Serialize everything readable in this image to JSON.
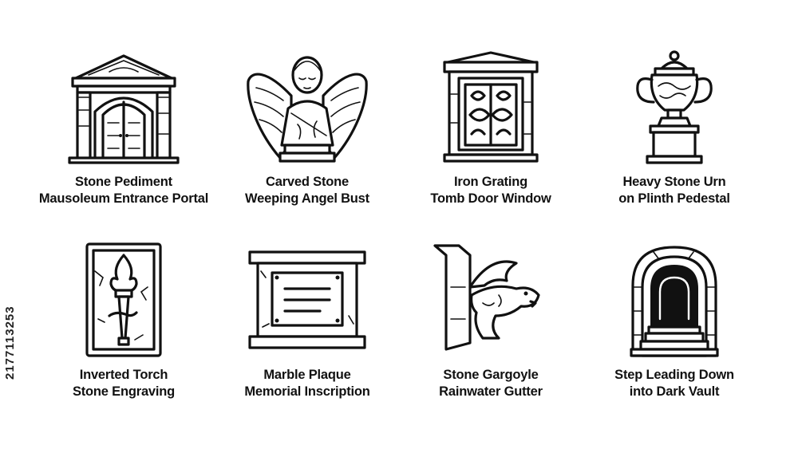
{
  "stock_id": "2177113253",
  "icons": [
    {
      "icon": "mausoleum-entrance-icon",
      "line1": "Stone Pediment",
      "line2": "Mausoleum Entrance Portal"
    },
    {
      "icon": "weeping-angel-bust-icon",
      "line1": "Carved Stone",
      "line2": "Weeping Angel Bust"
    },
    {
      "icon": "iron-grating-door-icon",
      "line1": "Iron Grating",
      "line2": "Tomb Door Window"
    },
    {
      "icon": "stone-urn-icon",
      "line1": "Heavy Stone Urn",
      "line2": "on Plinth Pedestal"
    },
    {
      "icon": "inverted-torch-icon",
      "line1": "Inverted Torch",
      "line2": "Stone Engraving"
    },
    {
      "icon": "marble-plaque-icon",
      "line1": "Marble Plaque",
      "line2": "Memorial Inscription"
    },
    {
      "icon": "gargoyle-gutter-icon",
      "line1": "Stone Gargoyle",
      "line2": "Rainwater Gutter"
    },
    {
      "icon": "vault-steps-icon",
      "line1": "Step Leading Down",
      "line2": "into Dark Vault"
    }
  ]
}
